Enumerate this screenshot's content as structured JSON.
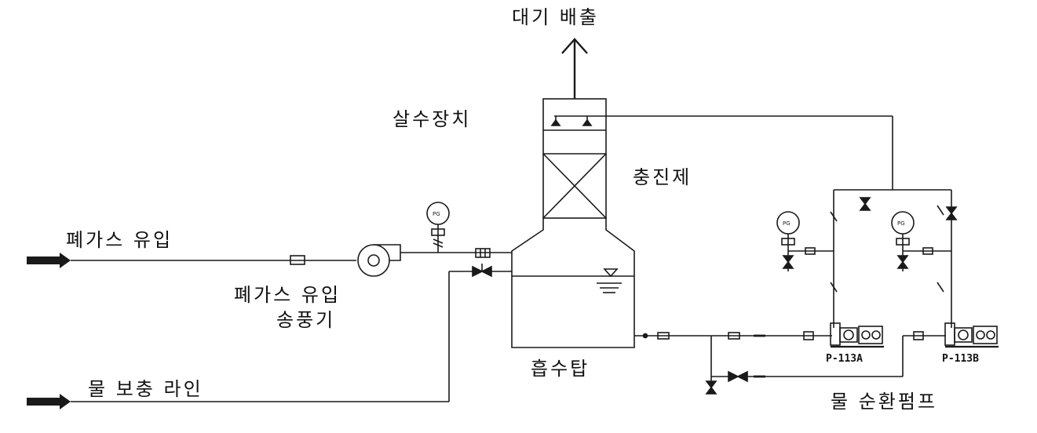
{
  "labels": {
    "exhaust": "대기 배출",
    "spray": "살수장치",
    "packing": "충진제",
    "gas_inlet": "폐가스 유입",
    "blower_line1": "폐가스 유입",
    "blower_line2": "송풍기",
    "tower": "흡수탑",
    "water_makeup": "물 보충 라인",
    "circ_pump": "물 순환펌프"
  },
  "tags": {
    "pump_a": "P-113A",
    "pump_b": "P-113B",
    "gauge": "PG"
  },
  "colors": {
    "line": "#1a1a1a",
    "background": "#ffffff"
  }
}
